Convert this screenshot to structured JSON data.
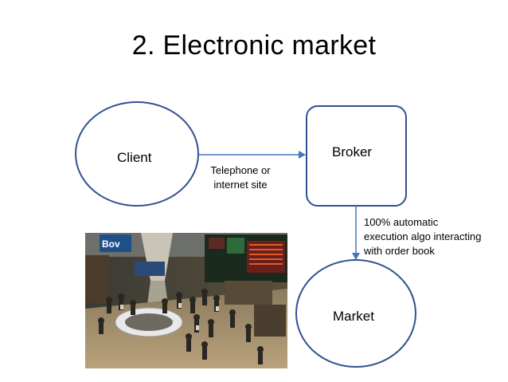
{
  "slide": {
    "title": "2. Electronic market"
  },
  "nodes": {
    "client": "Client",
    "broker": "Broker",
    "market": "Market"
  },
  "edges": {
    "client_to_broker": {
      "lines": [
        "Telephone or",
        "internet site"
      ]
    },
    "broker_to_market": {
      "lines": [
        "100% automatic",
        "execution algo interacting",
        "with order book"
      ]
    }
  },
  "photo": {
    "sign_text": "Bov"
  },
  "colors": {
    "shape_stroke": "#2f528f",
    "arrow": "#4472c4",
    "text": "#000000"
  }
}
